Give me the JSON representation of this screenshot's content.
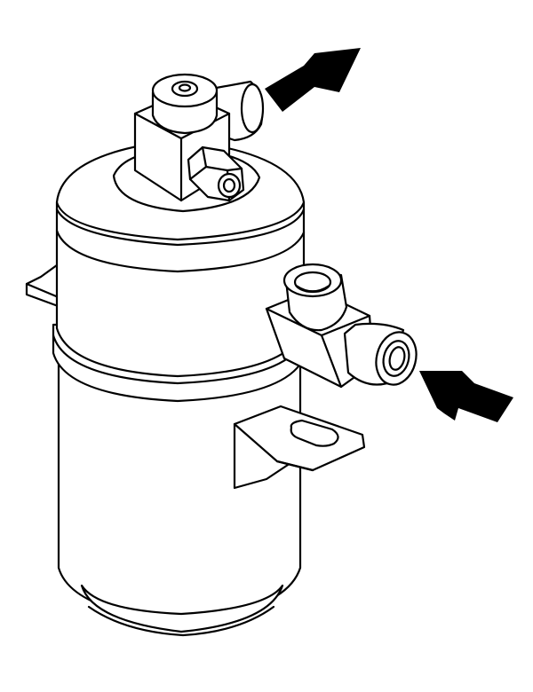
{
  "figure": {
    "subject": "receiver-drier",
    "line_color": "#000000",
    "background_color": "#ffffff",
    "style": "black line drawing",
    "flow_arrows": [
      {
        "name": "outlet-flow-arrow",
        "direction": "up-right"
      },
      {
        "name": "inlet-flow-arrow",
        "direction": "up-left"
      }
    ]
  }
}
